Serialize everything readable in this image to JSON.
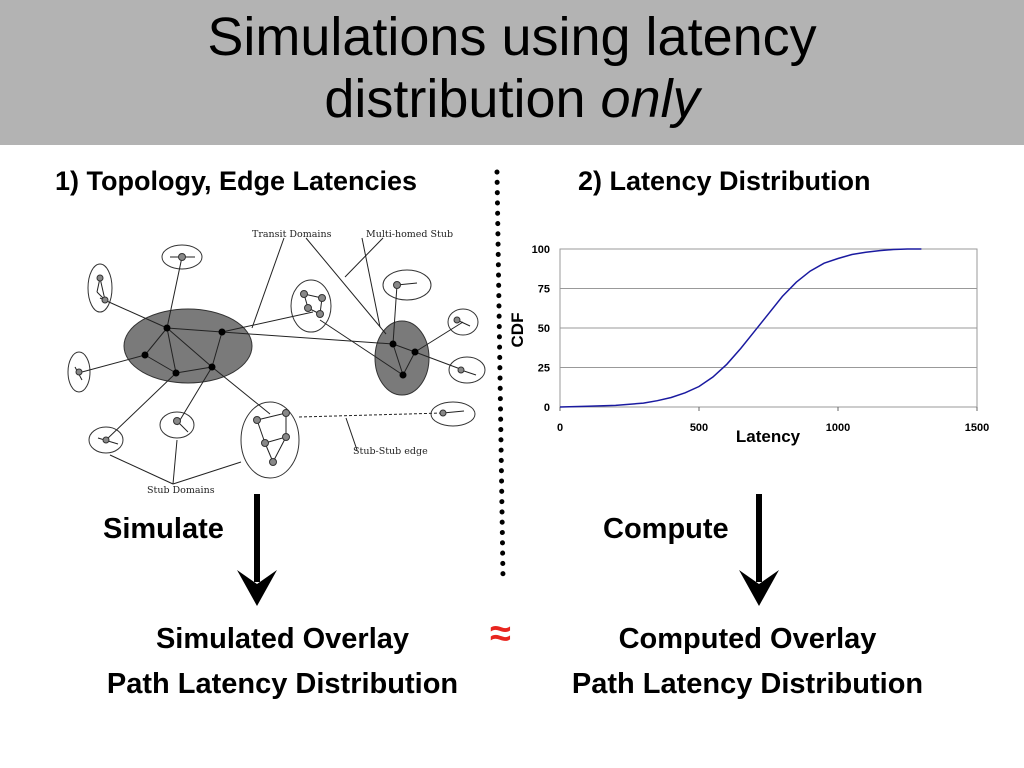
{
  "slide": {
    "title_line1": "Simulations using latency",
    "title_line2_plain": "distribution ",
    "title_line2_emph": "only",
    "left_heading": "1) Topology, Edge Latencies",
    "right_heading": "2) Latency Distribution",
    "left_action": "Simulate",
    "right_action": "Compute",
    "left_result_line1": "Simulated Overlay",
    "left_result_line2": "Path Latency Distribution",
    "right_result_line1": "Computed Overlay",
    "right_result_line2": "Path Latency Distribution",
    "approx_symbol": "≈"
  },
  "topology": {
    "labels": {
      "transit": "Transit Domains",
      "multihomed": "Multi-homed Stub",
      "stubstub": "Stub-Stub edge",
      "stub": "Stub Domains"
    }
  },
  "chart_data": {
    "type": "line",
    "title": "",
    "xlabel": "Latency",
    "ylabel": "CDF",
    "xlim": [
      0,
      1500
    ],
    "ylim": [
      0,
      100
    ],
    "xticks": [
      "0",
      "500",
      "1000",
      "1500"
    ],
    "yticks": [
      "0",
      "25",
      "50",
      "75",
      "100"
    ],
    "grid": true,
    "series": [
      {
        "color": "#1a1aa0",
        "x": [
          0,
          100,
          200,
          300,
          350,
          400,
          450,
          500,
          550,
          600,
          650,
          700,
          750,
          800,
          850,
          900,
          950,
          1000,
          1050,
          1100,
          1150,
          1200,
          1250,
          1300
        ],
        "y": [
          0,
          0.5,
          1,
          2.5,
          4,
          6,
          9,
          13,
          19,
          27,
          37,
          48,
          59,
          70,
          79,
          86,
          91,
          94,
          96.5,
          98,
          99,
          99.7,
          100,
          100
        ]
      }
    ]
  }
}
